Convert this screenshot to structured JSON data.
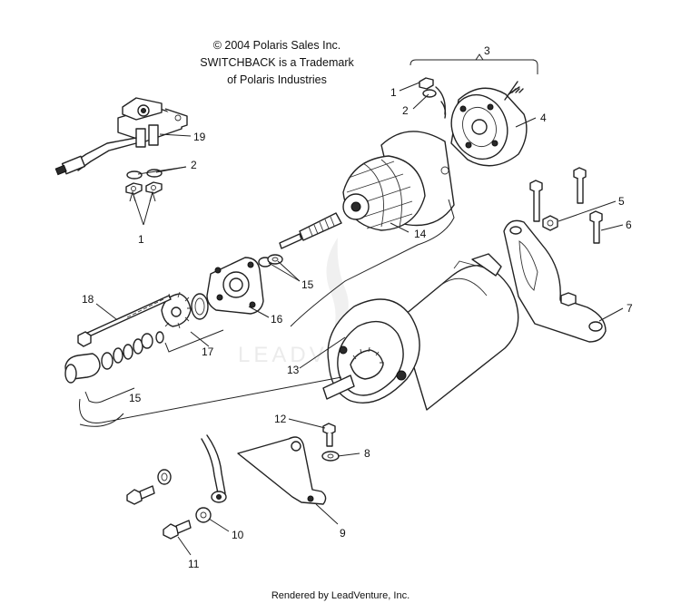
{
  "copyright": {
    "line1": "© 2004 Polaris Sales Inc.",
    "line2": "SWITCHBACK is a Trademark",
    "line3": "of Polaris Industries"
  },
  "watermark": "LEADVENTURE",
  "footer": "Rendered by LeadVenture, Inc.",
  "callouts": {
    "c1a": "1",
    "c2a": "2",
    "c3": "3",
    "c1b": "1",
    "c2b": "2",
    "c4": "4",
    "c19": "19",
    "c5": "5",
    "c6": "6",
    "c14": "14",
    "c15a": "15",
    "c7": "7",
    "c18": "18",
    "c16": "16",
    "c17": "17",
    "c13": "13",
    "c15b": "15",
    "c12": "12",
    "c8": "8",
    "c9": "9",
    "c10": "10",
    "c11": "11"
  }
}
